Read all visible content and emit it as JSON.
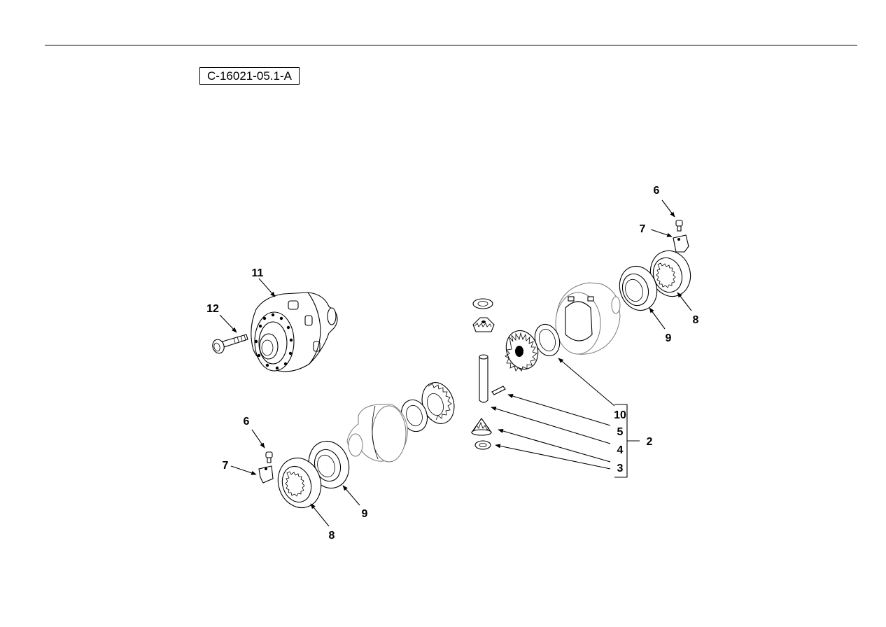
{
  "figure_id": "C-16021-05.1-A",
  "callouts": {
    "c6_top": "6",
    "c7_top": "7",
    "c11": "11",
    "c12": "12",
    "c9_right": "9",
    "c8_right": "8",
    "c10": "10",
    "c5": "5",
    "c4": "4",
    "c2": "2",
    "c3": "3",
    "c6_bottom": "6",
    "c7_bottom": "7",
    "c9_bottom": "9",
    "c8_bottom": "8"
  }
}
